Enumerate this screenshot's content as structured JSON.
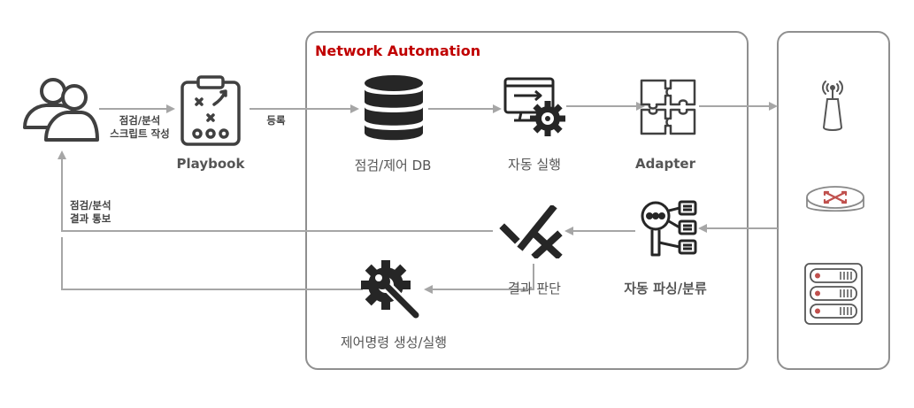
{
  "diagram": {
    "title": "Network Automation",
    "nodes": {
      "playbook": "Playbook",
      "check_db": "점검/제어 DB",
      "auto_exec": "자동 실행",
      "adapter": "Adapter",
      "result_judge": "결과 판단",
      "auto_parse": "자동 파싱/분류",
      "control_cmd": "제어명령 생성/실행"
    },
    "edge_labels": {
      "script_line1": "점검/분석",
      "script_line2": "스크립트 작성",
      "register": "등록",
      "notify_line1": "점검/분석",
      "notify_line2": "결과 통보"
    },
    "icons": {
      "user": "users-icon",
      "playbook": "clipboard-playbook-icon",
      "db": "database-icon",
      "exec": "computer-gear-icon",
      "adapter": "puzzle-icon",
      "judge": "check-x-icon",
      "parse": "magnifier-list-icon",
      "control": "wrench-gear-icon",
      "ap": "access-point-icon",
      "router": "router-icon",
      "server": "server-icon"
    },
    "colors": {
      "title": "#c00000",
      "arrow": "#a6a6a6",
      "icon": "#333333",
      "accent": "#c0504d"
    }
  }
}
